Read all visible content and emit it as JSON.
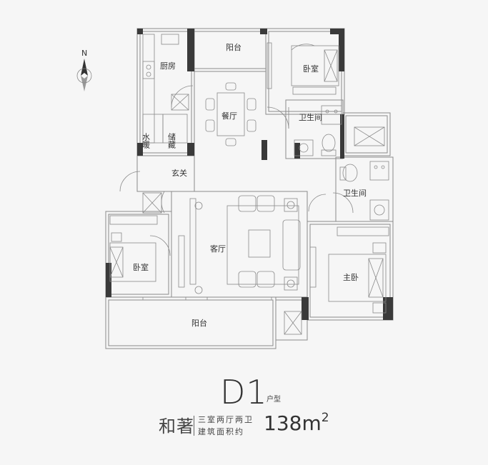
{
  "north_label": "N",
  "rooms": {
    "balcony_top": "阳台",
    "kitchen": "厨房",
    "dining": "餐厅",
    "bedroom_top_right": "卧室",
    "bathroom_top": "卫生间",
    "water_heater": "水暖",
    "storage": "储藏",
    "foyer": "玄关",
    "bathroom_right": "卫生间",
    "bedroom_left": "卧室",
    "living_room": "客厅",
    "master_bedroom": "主卧",
    "balcony_bottom": "阳台"
  },
  "footer": {
    "model": "D1",
    "model_suffix": "户型",
    "brand": "和著",
    "layout_desc": "三室两厅两卫",
    "area_label": "建筑面积约",
    "area_value": "138m",
    "area_unit_sup": "2"
  },
  "colors": {
    "wall": "#3a3a3a",
    "line": "#8a8a8a",
    "background": "#f6f6f6"
  }
}
